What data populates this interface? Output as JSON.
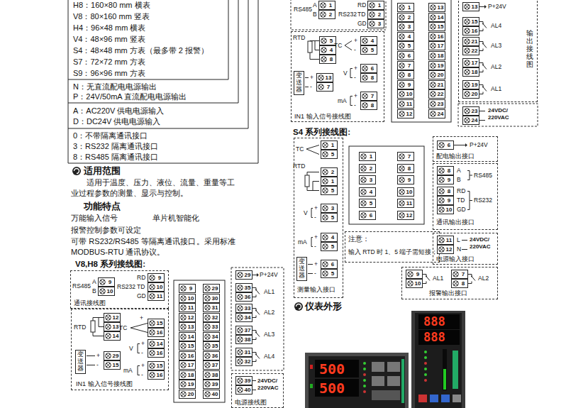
{
  "diagram": {
    "nodes": [
      {
        "text": [
          "通讯接线图"
        ]
      },
      {
        "text": [
          "IN1 输入信号接线图"
        ]
      },
      {
        "text": [
          "电源接线图"
        ]
      },
      {
        "text": [
          "IN1 输入信号接线图"
        ]
      },
      {
        "text": [
          "输出接线图"
        ]
      },
      {
        "text": [
          "测量输入接口"
        ]
      },
      {
        "text": [
          "注意：",
          "输入 RTD 时 1、5 端子需短接；"
        ]
      },
      {
        "text": [
          "配电输出接口"
        ]
      },
      {
        "text": [
          "通讯输出接口"
        ]
      },
      {
        "text": [
          "电源输入接口"
        ]
      },
      {
        "text": [
          "报警输出接口"
        ]
      }
    ],
    "labels": [
      "H8：160×80 mm 横表",
      "V8：80×160 mm 竖表",
      "H4：96×48 mm 横表",
      "V4：48×96 mm 竖表",
      "S4：48×48 mm 方表（最多带 2 报警）",
      "S7：72×72 mm 方表",
      "S9：96×96 mm 方表",
      "N：无直流配电电源输出",
      "P：24V/50mA 直流配电电源输出",
      "A：AC220V 供电电源输入",
      "D：DC24V 供电电源输入",
      "0：不带隔离通讯接口",
      "3：RS232 隔离通讯接口",
      "8：RS485 隔离通讯接口",
      "适用范围",
      "适用于温度、压力、液位、流量、重量等工业过程参数的测量、显示与控制。",
      "功能特点",
      "万能输入信号",
      "单片机智能化",
      "报警控制参数可设定",
      "可带 RS232/RS485 等隔离通讯接口。采用标准 MODBUS-RTU 通讯协议。",
      "V8,H8 系列接线图:",
      "A",
      "B",
      "RS485",
      "9",
      "10",
      "RS232",
      "RD",
      "TD",
      "GD",
      "9",
      "10",
      "11",
      "RTD",
      "12",
      "13",
      "14",
      "TC",
      "+",
      "15",
      "16",
      "V",
      "+",
      "14",
      "-",
      "16",
      "变送器",
      "+",
      "29",
      "-",
      "15",
      "mA",
      "+",
      "15",
      "-",
      "16",
      "9",
      "10",
      "11",
      "12",
      "13",
      "14",
      "15",
      "16",
      "17",
      "18",
      "19",
      "20",
      "29",
      "30",
      "31",
      "32",
      "33",
      "34",
      "35",
      "36",
      "37",
      "38",
      "39",
      "40",
      "29",
      "P+24V",
      "35",
      "36",
      "AL1",
      "33",
      "34",
      "AL2",
      "37",
      "38",
      "AL3",
      "31",
      "32",
      "AL4",
      "39",
      "40",
      "24VDC/ 220VAC",
      "RS485",
      "A",
      "B",
      "1",
      "2",
      "RS232",
      "RD",
      "TD",
      "GD",
      "1",
      "2",
      "3",
      "13",
      "P+24V",
      "15",
      "16",
      "AL4",
      "21",
      "22",
      "AL3",
      "17",
      "18",
      "AL2",
      "19",
      "20",
      "AL1",
      "23",
      "24",
      "24VDC/ 220VAC",
      "RTD",
      "5",
      "4",
      "8",
      "TC",
      "+",
      "4",
      "-",
      "5",
      "V",
      "+",
      "6",
      "-",
      "8",
      "变送器",
      "+",
      "13",
      "-",
      "7",
      "mA",
      "+",
      "7",
      "-",
      "8",
      "1",
      "2",
      "3",
      "4",
      "5",
      "6",
      "7",
      "8",
      "9",
      "10",
      "11",
      "12",
      "13",
      "14",
      "15",
      "16",
      "17",
      "18",
      "19",
      "20",
      "21",
      "22",
      "23",
      "24",
      "S4 系列接线图:",
      "TC",
      "1",
      "5",
      "RTD",
      "2",
      "1",
      "5",
      "V",
      "+",
      "3",
      "-",
      "5",
      "mA",
      "+",
      "4",
      "-",
      "5",
      "变送器",
      "+",
      "6",
      "-",
      "5",
      "1",
      "2",
      "3",
      "4",
      "5",
      "6",
      "7",
      "8",
      "9",
      "10",
      "11",
      "12",
      "6",
      "P+24V",
      "8",
      "A",
      "9",
      "B",
      "RS485",
      "8",
      "RD",
      "9",
      "TD",
      "10",
      "GD",
      "RS232",
      "11",
      "L",
      "12",
      "N",
      "24VDC/ 220VAC",
      "9",
      "10",
      "AL1",
      "7",
      "8",
      "AL2",
      "仪表外形",
      "500",
      "500",
      "888",
      "888"
    ]
  }
}
